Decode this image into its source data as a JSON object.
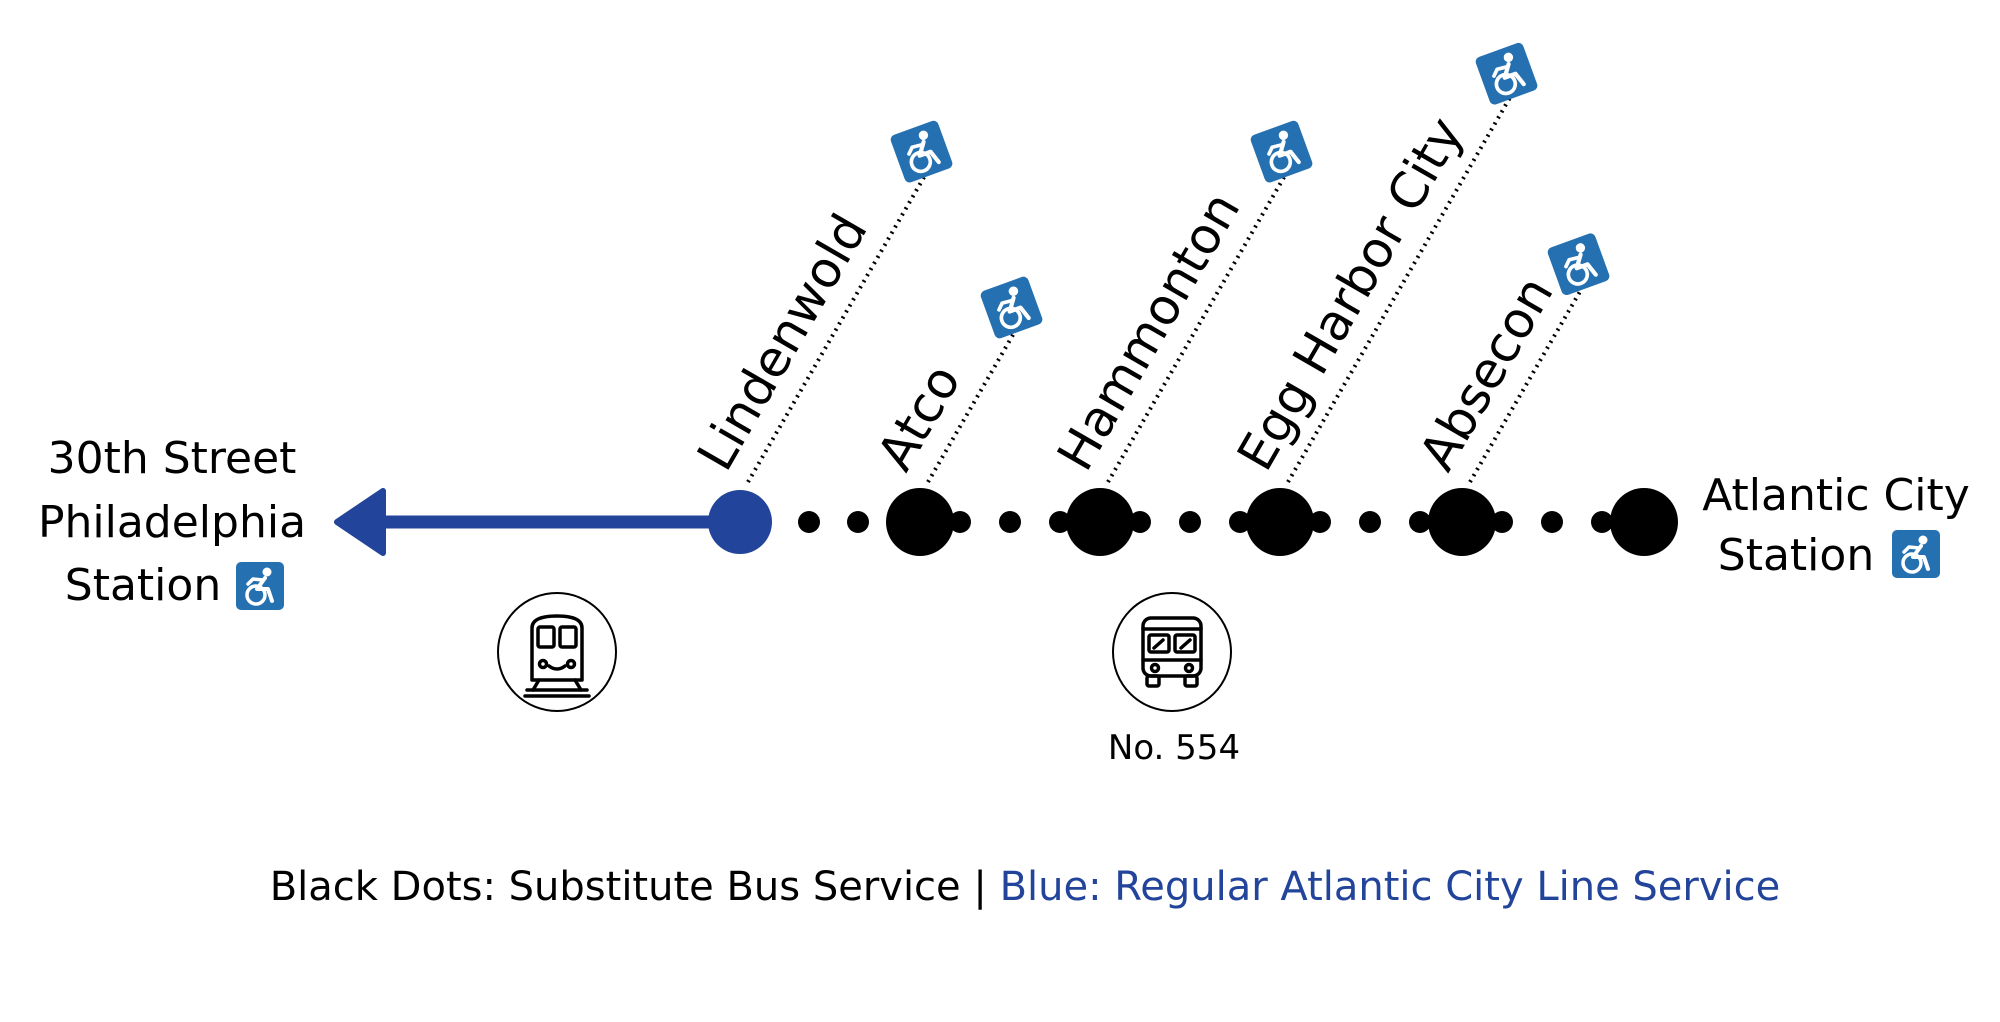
{
  "origin": {
    "lines": [
      "30th Street",
      "Philadelphia",
      "Station"
    ],
    "accessible_icon": "wheelchair-accessible-icon"
  },
  "destination": {
    "lines": [
      "Atlantic City",
      "Station"
    ],
    "accessible_icon": "wheelchair-accessible-icon"
  },
  "stops": [
    {
      "name": "Lindenwold",
      "service": "rail",
      "accessible": true
    },
    {
      "name": "Atco",
      "service": "bus",
      "accessible": true
    },
    {
      "name": "Hammonton",
      "service": "bus",
      "accessible": true
    },
    {
      "name": "Egg Harbor City",
      "service": "bus",
      "accessible": true
    },
    {
      "name": "Absecon",
      "service": "bus",
      "accessible": true
    }
  ],
  "rail_icon": "train-icon",
  "bus_icon": "bus-icon",
  "bus_route_label": "No. 554",
  "legend": {
    "black_text": "Black Dots: Substitute Bus Service | ",
    "blue_text": "Blue: Regular Atlantic City Line Service"
  },
  "colors": {
    "rail_blue": "#22449a",
    "bus_black": "#000000",
    "access_blue": "#2470b0"
  }
}
